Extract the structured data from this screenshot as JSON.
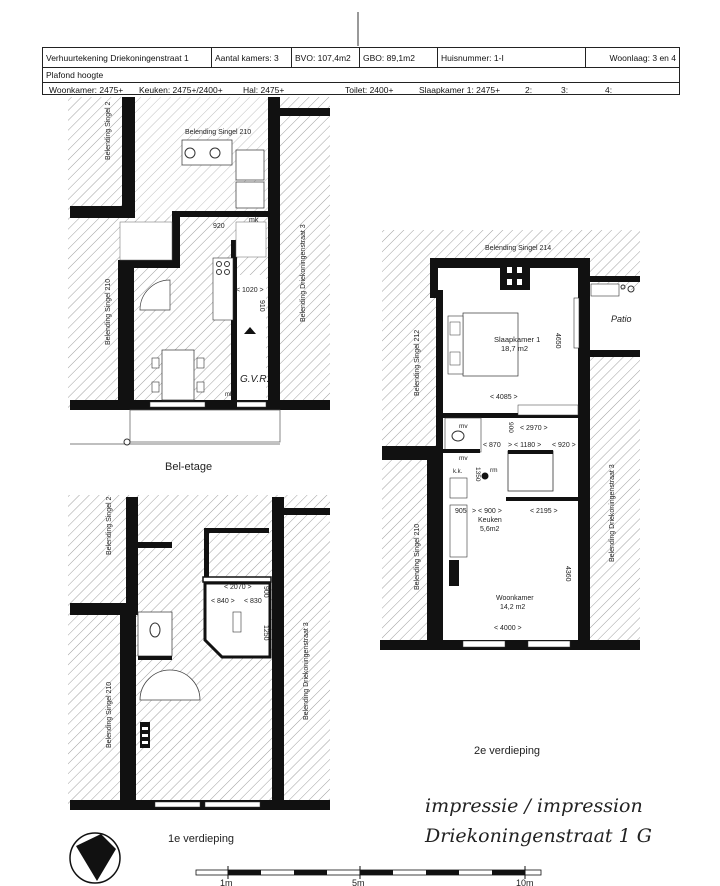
{
  "header": {
    "title": "Verhuurtekening Driekoningenstraat 1",
    "rooms": "Aantal kamers: 3",
    "bvo": "BVO:  107,4m2",
    "gbo": "GBO:  89,1m2",
    "house_number": "Huisnummer: 1-I",
    "floor_level": "Woonlaag: 3 en 4",
    "ceiling_label": "Plafond hoogte",
    "ceilings": {
      "woonkamer": "Woonkamer:  2475+",
      "keuken": "Keuken:  2475+/2400+",
      "hal": "Hal:  2475+",
      "toilet": "Toilet:  2400+",
      "slaapkamer1": "Slaapkamer 1: 2475+",
      "k2": "2:",
      "k3": "3:",
      "k4": "4:"
    }
  },
  "bel_etage": {
    "title": "Bel-etage",
    "neighbor_top": "Belending Singel 210",
    "neighbor_left_top": "Belending Singel 2",
    "neighbor_left": "Belending Singel 210",
    "neighbor_right": "Belending Driekoningenstraat 3",
    "dim_920": "920",
    "mk": "mk",
    "dim_1020": "< 1020 >",
    "dim_910": "910",
    "gvr": "G.V.R.",
    "mk2": "mk"
  },
  "first_floor": {
    "title": "1e verdieping",
    "neighbor_left_top": "Belending Singel 2",
    "neighbor_left": "Belending Singel 210",
    "neighbor_right": "Belending Driekoningenstraat 3",
    "dim_2070": "< 2070 >",
    "dim_840": "< 840 >",
    "dim_830": "< 830",
    "dim_900": "900",
    "dim_1250": "1250"
  },
  "second_floor": {
    "title": "2e verdieping",
    "neighbor_top": "Belending Singel 214",
    "neighbor_left_top": "Belending Singel 212",
    "neighbor_left": "Belending Singel 210",
    "neighbor_right": "Belending Driekoningenstraat 3",
    "patio": "Patio",
    "bedroom_name": "Slaapkamer 1",
    "bedroom_area": "18,7 m2",
    "dim_4650": "4650",
    "dim_4085": "<  4085  >",
    "mv1": "mv",
    "dim_2970": "< 2970 >",
    "dim_900v": "900",
    "dim_870": "< 870",
    "dim_1180": "> < 1180 >",
    "dim_920": "< 920 >",
    "mv2": "mv",
    "kk": "k.k.",
    "rm": "rm",
    "dim_1350": "1350",
    "dim_905": "905",
    "dim_900": "> < 900 >",
    "dim_2195": "< 2195 >",
    "kitchen_name": "Keuken",
    "kitchen_area": "5,6m2",
    "dim_4360": "4360",
    "living_name": "Woonkamer",
    "living_area": "14,2 m2",
    "dim_4000": "<  4000  >"
  },
  "handwriting": {
    "line1": "impressie / impression",
    "line2": "Driekoningenstraat 1 G"
  },
  "scale": {
    "m1": "1m",
    "m5": "5m",
    "m10": "10m"
  }
}
